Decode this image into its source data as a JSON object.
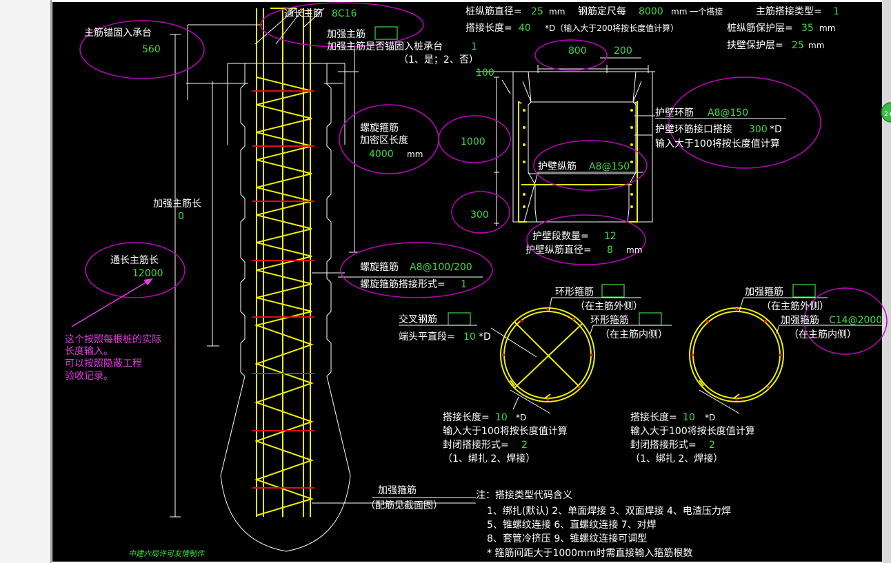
{
  "colors": {
    "bg": "#000000",
    "frame": "#ffffff",
    "rebar": "#f0f000",
    "hoop": "#e01010",
    "value": "#3cdc3c",
    "note": "#e03ce0",
    "ellipse": "#c000c0"
  },
  "elevation": {
    "through_bar_label": "通长主筋",
    "through_bar_value": "8C16",
    "anchor_label": "主筋锚固入承台",
    "anchor_value": "560",
    "strengthen_label": "加强主筋",
    "strengthen_anchor_label": "加强主筋是否锚固入桩承台",
    "strengthen_anchor_value": "1",
    "strengthen_anchor_hint": "（1、是；2、否）",
    "spiral_label_1": "螺旋箍筋",
    "spiral_label_2": "加密区长度",
    "spiral_dense_value": "4000",
    "spiral_dense_unit": "mm",
    "strengthen_len_label": "加强主筋长",
    "strengthen_len_value": "0",
    "through_len_label": "通长主筋长",
    "through_len_value": "12000",
    "note_lines": [
      "这个按照每根桩的实际",
      "长度输入。",
      "可以按照隐蔽工程",
      "验收记录。"
    ],
    "spiral_bar_label": "螺旋箍筋",
    "spiral_bar_value": "A8@100/200",
    "spiral_lap_label": "螺旋箍筋搭接形式=",
    "spiral_lap_value": "1",
    "strengthen_hoop_label": "加强箍筋",
    "strengthen_hoop_hint": "（配筋见截面图）",
    "author": "中建六局许可友情制作"
  },
  "header": {
    "dia_label": "桩纵筋直径=",
    "dia_value": "25",
    "dia_unit": "mm",
    "fixed_len_label": "钢筋定尺每",
    "fixed_len_value": "8000",
    "fixed_len_unit": "mm 一个搭接",
    "lap_type_label": "主筋搭接类型=",
    "lap_type_value": "1",
    "lap_len_label": "搭接长度=",
    "lap_len_value": "40",
    "lap_len_hint": "*D（输入大于200将按长度值计算）",
    "cover_label": "桩纵筋保护层=",
    "cover_value": "35",
    "cover_unit": "mm",
    "wall_cover_label": "扶壁保护层=",
    "wall_cover_value": "25",
    "wall_cover_unit": "mm"
  },
  "wall": {
    "top_width": "800",
    "top_side": "200",
    "top_offset": "100",
    "segment_height": "1000",
    "bottom_height": "300",
    "ring_label": "护壁环筋",
    "ring_value": "A8@150",
    "ring_lap_label": "护壁环筋接口搭接",
    "ring_lap_value": "300",
    "ring_lap_unit": "*D",
    "ring_lap_hint": "输入大于100将按长度值计算",
    "long_label": "护壁纵筋",
    "long_value": "A8@150",
    "seg_count_label": "护壁段数量=",
    "seg_count_value": "12",
    "long_dia_label": "护壁纵筋直径=",
    "long_dia_value": "8",
    "long_dia_unit": "mm"
  },
  "section_left": {
    "cross_label": "交叉钢筋",
    "end_label": "端头平直段=",
    "end_value": "10",
    "end_unit": "*D",
    "ring_outer_label": "环形箍筋",
    "ring_outer_hint": "（在主筋外侧）",
    "ring_inner_label": "环形箍筋",
    "ring_inner_hint": "（在主筋内侧）",
    "lap_label": "搭接长度=",
    "lap_value": "10",
    "lap_unit": "*D",
    "lap_hint": "输入大于100将按长度值计算",
    "close_label": "封闭搭接形式=",
    "close_value": "2",
    "close_hint": "（1、绑扎  2、焊接）"
  },
  "section_right": {
    "outer_label": "加强箍筋",
    "outer_hint": "（在主筋外侧）",
    "inner_label": "加强箍筋",
    "inner_value": "C14@2000",
    "inner_hint": "（在主筋内侧）",
    "lap_label": "搭接长度=",
    "lap_value": "10",
    "lap_unit": "*D",
    "lap_hint": "输入大于100将按长度值计算",
    "close_label": "封闭搭接形式=",
    "close_value": "2",
    "close_hint": "（1、绑扎  2、焊接）"
  },
  "legend": {
    "title": "注：搭接类型代码含义",
    "rows": [
      "1、绑扎(默认)    2、单面焊接    3、双面焊接    4、电渣压力焊",
      "5、锥螺纹连接    6、直螺纹连接    7、对焊",
      "8、套管冷挤压    9、锥螺纹连接可调型",
      "* 箍筋间距大于1000mm时需直接输入箍筋根数"
    ]
  },
  "side_button": {
    "label": "2+"
  }
}
